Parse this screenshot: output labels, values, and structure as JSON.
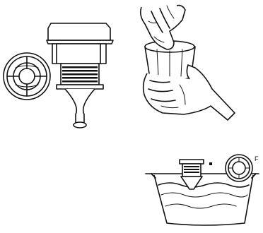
{
  "figure": {
    "panels": [
      {
        "name": "filter-parts"
      },
      {
        "name": "hands-cleaning-filter"
      },
      {
        "name": "filter-in-water-bowl"
      }
    ],
    "labels": {
      "small_mark": "F"
    }
  }
}
